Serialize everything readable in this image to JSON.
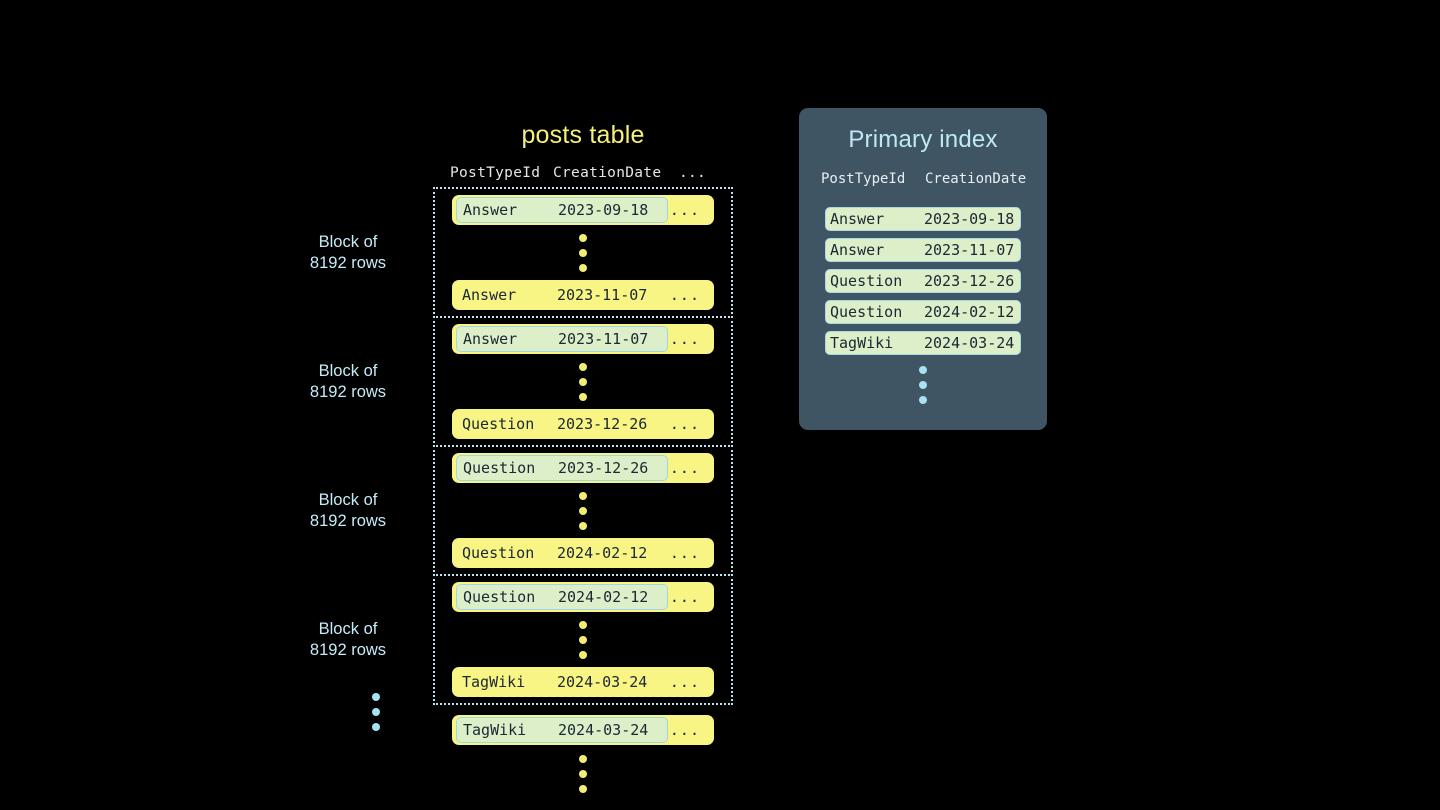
{
  "background_color": "#000000",
  "colors": {
    "row_yellow": "#f8f584",
    "highlight_green": "#ddefc9",
    "highlight_border": "#a9d9e6",
    "accent_blue": "#bfe8f7",
    "title_yellow": "#f5f07a",
    "panel_slate": "#3f5564",
    "dot_yellow": "#f2ee72",
    "dot_blue": "#a7e2f2",
    "text_dark": "#1b2733"
  },
  "posts_table": {
    "title": "posts table",
    "columns": {
      "post_type_id": "PostTypeId",
      "creation_date": "CreationDate",
      "more": "..."
    },
    "block_label": "Block of\n8192 rows",
    "blocks": [
      {
        "label": "Block of\n8192 rows",
        "first_row": {
          "post_type_id": "Answer",
          "creation_date": "2023-09-18",
          "more": "...",
          "highlighted": true
        },
        "last_row": {
          "post_type_id": "Answer",
          "creation_date": "2023-11-07",
          "more": "...",
          "highlighted": false
        }
      },
      {
        "label": "Block of\n8192 rows",
        "first_row": {
          "post_type_id": "Answer",
          "creation_date": "2023-11-07",
          "more": "...",
          "highlighted": true
        },
        "last_row": {
          "post_type_id": "Question",
          "creation_date": "2023-12-26",
          "more": "...",
          "highlighted": false
        }
      },
      {
        "label": "Block of\n8192 rows",
        "first_row": {
          "post_type_id": "Question",
          "creation_date": "2023-12-26",
          "more": "...",
          "highlighted": true
        },
        "last_row": {
          "post_type_id": "Question",
          "creation_date": "2024-02-12",
          "more": "...",
          "highlighted": false
        }
      },
      {
        "label": "Block of\n8192 rows",
        "first_row": {
          "post_type_id": "Question",
          "creation_date": "2024-02-12",
          "more": "...",
          "highlighted": true
        },
        "last_row": {
          "post_type_id": "TagWiki",
          "creation_date": "2024-03-24",
          "more": "...",
          "highlighted": false
        }
      }
    ],
    "trailing_row": {
      "post_type_id": "TagWiki",
      "creation_date": "2024-03-24",
      "more": "...",
      "highlighted": true
    }
  },
  "primary_index": {
    "title": "Primary index",
    "columns": {
      "post_type_id": "PostTypeId",
      "creation_date": "CreationDate"
    },
    "rows": [
      {
        "post_type_id": "Answer",
        "creation_date": "2023-09-18"
      },
      {
        "post_type_id": "Answer",
        "creation_date": "2023-11-07"
      },
      {
        "post_type_id": "Question",
        "creation_date": "2023-12-26"
      },
      {
        "post_type_id": "Question",
        "creation_date": "2024-02-12"
      },
      {
        "post_type_id": "TagWiki",
        "creation_date": "2024-03-24"
      }
    ]
  }
}
